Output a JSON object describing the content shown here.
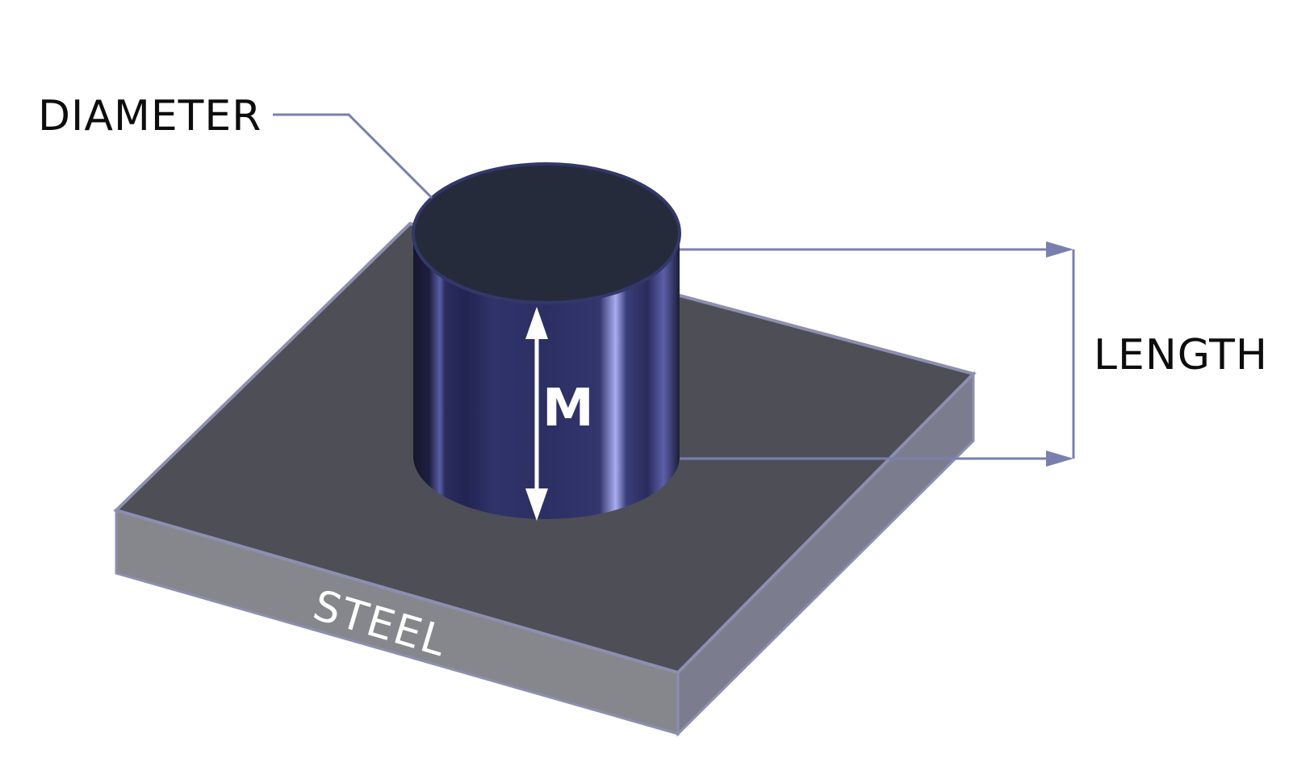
{
  "labels": {
    "diameter": "DIAMETER",
    "length": "LENGTH",
    "material": "STEEL",
    "magnet": "M"
  },
  "colors": {
    "plate_top": "#4e4f56",
    "plate_front": "#86878c",
    "plate_side": "#7b7d8f",
    "plate_edge": "#8c8fb0",
    "cylinder_top": "#262b3c",
    "cylinder_body": "#2c2f63",
    "cylinder_highlight": "#a9acef",
    "leader_line": "#7a7fb0",
    "label_text": "#0d0d0d"
  }
}
